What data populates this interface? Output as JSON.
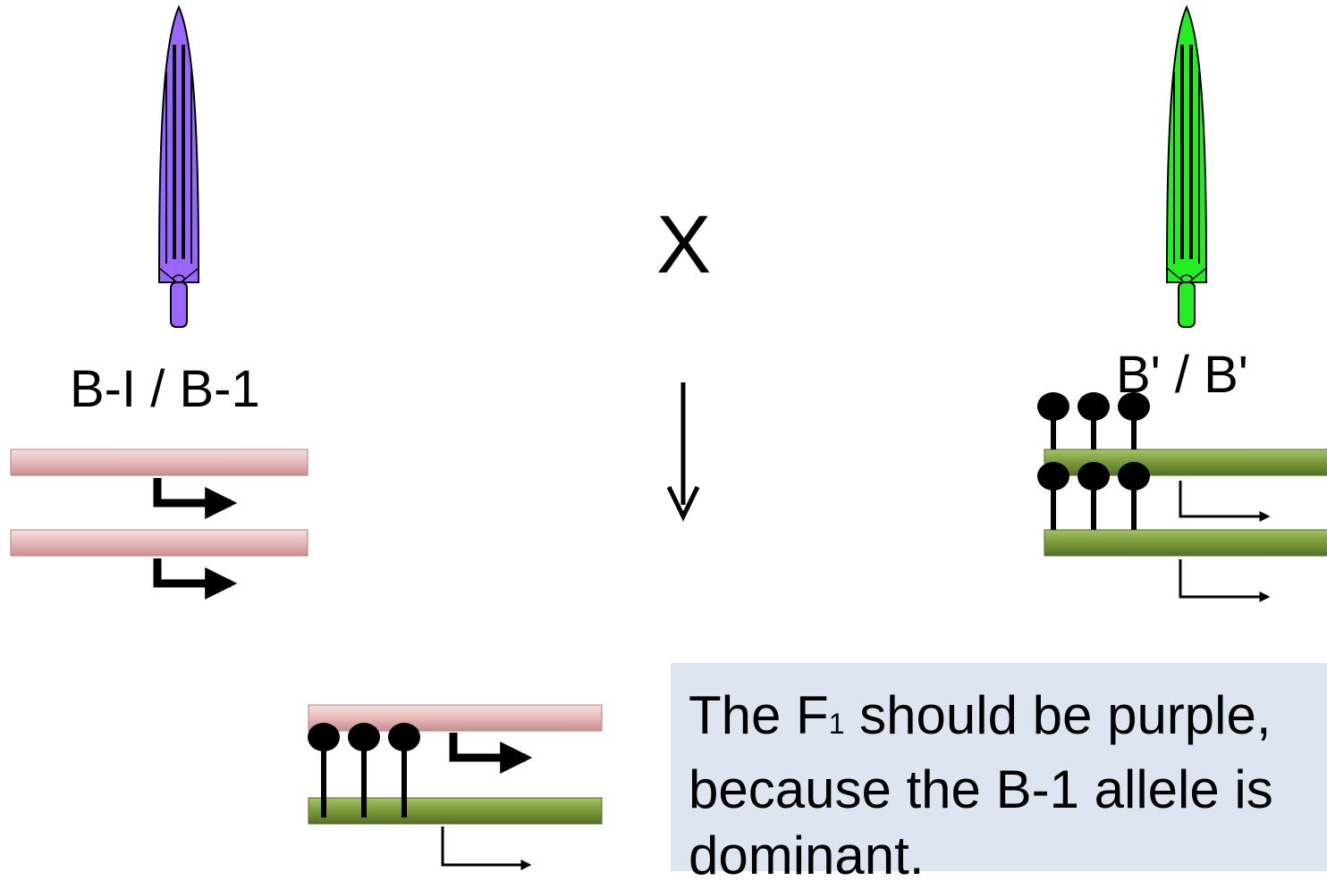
{
  "left_parent": {
    "genotype": "B-I / B-1",
    "color": "#9966ff"
  },
  "right_parent": {
    "genotype": "B' / B'",
    "color": "#22ee22"
  },
  "cross_symbol": "X",
  "callout": {
    "before_sub": "The F",
    "sub": "1",
    "after_sub": " should be purple, because the B-1 allele is dominant."
  },
  "colors": {
    "active_allele": "#e8b8b8",
    "silenced_allele": "#7a9a3a",
    "callout_bg": "#dde5f0"
  }
}
